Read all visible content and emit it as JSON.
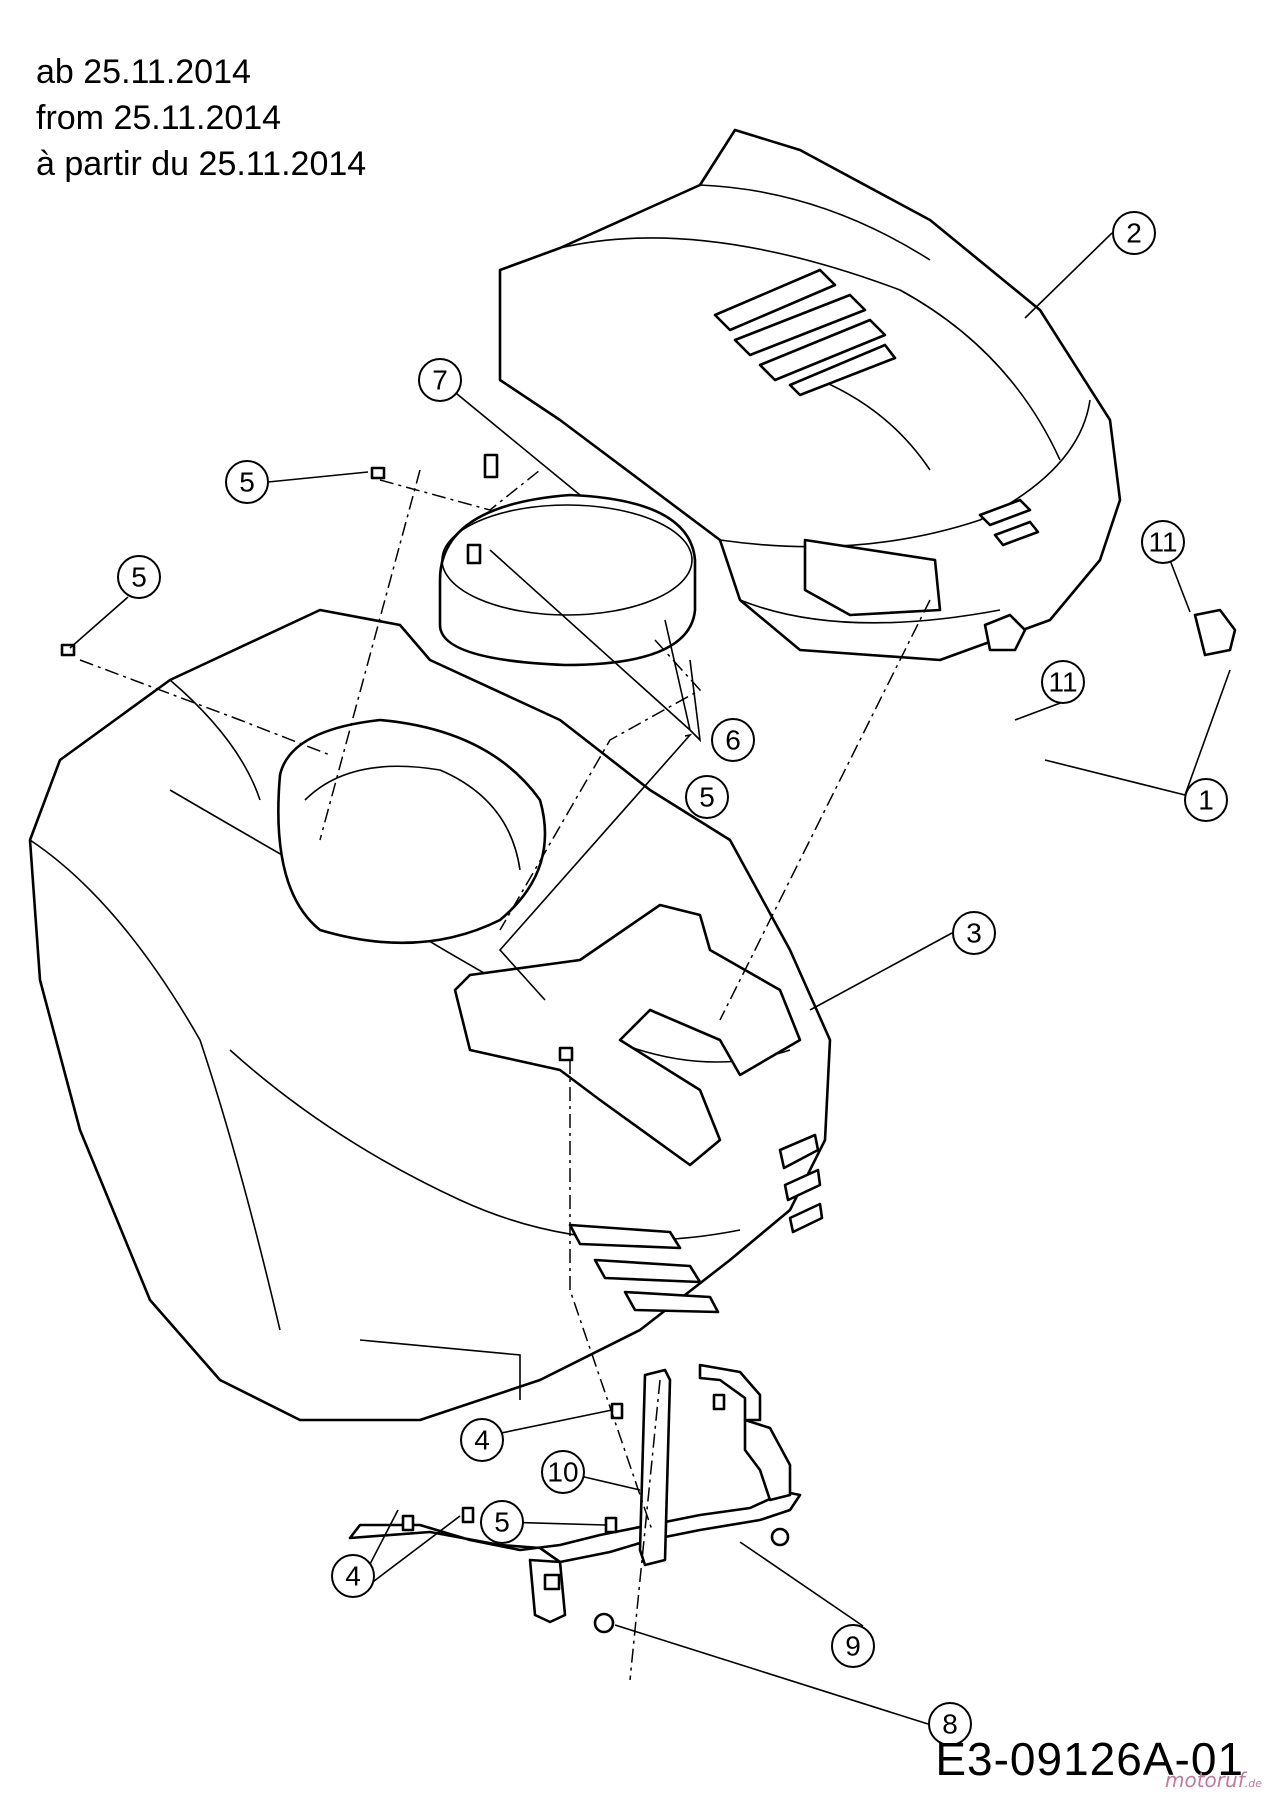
{
  "notes": [
    "ab 25.11.2014",
    "from 25.11.2014",
    "à partir du 25.11.2014"
  ],
  "drawing_code": "E3-09126A-01",
  "watermark": {
    "name": "motoruf",
    "tld": ".de"
  },
  "callouts": [
    {
      "id": "c2",
      "label": "2"
    },
    {
      "id": "c7",
      "label": "7"
    },
    {
      "id": "c5a",
      "label": "5"
    },
    {
      "id": "c5b",
      "label": "5"
    },
    {
      "id": "c11a",
      "label": "11"
    },
    {
      "id": "c11b",
      "label": "11"
    },
    {
      "id": "c1",
      "label": "1"
    },
    {
      "id": "c6",
      "label": "6"
    },
    {
      "id": "c5c",
      "label": "5"
    },
    {
      "id": "c3",
      "label": "3"
    },
    {
      "id": "c4a",
      "label": "4"
    },
    {
      "id": "c4b",
      "label": "4"
    },
    {
      "id": "c10",
      "label": "10"
    },
    {
      "id": "c5d",
      "label": "5"
    },
    {
      "id": "c9",
      "label": "9"
    },
    {
      "id": "c8",
      "label": "8"
    }
  ]
}
